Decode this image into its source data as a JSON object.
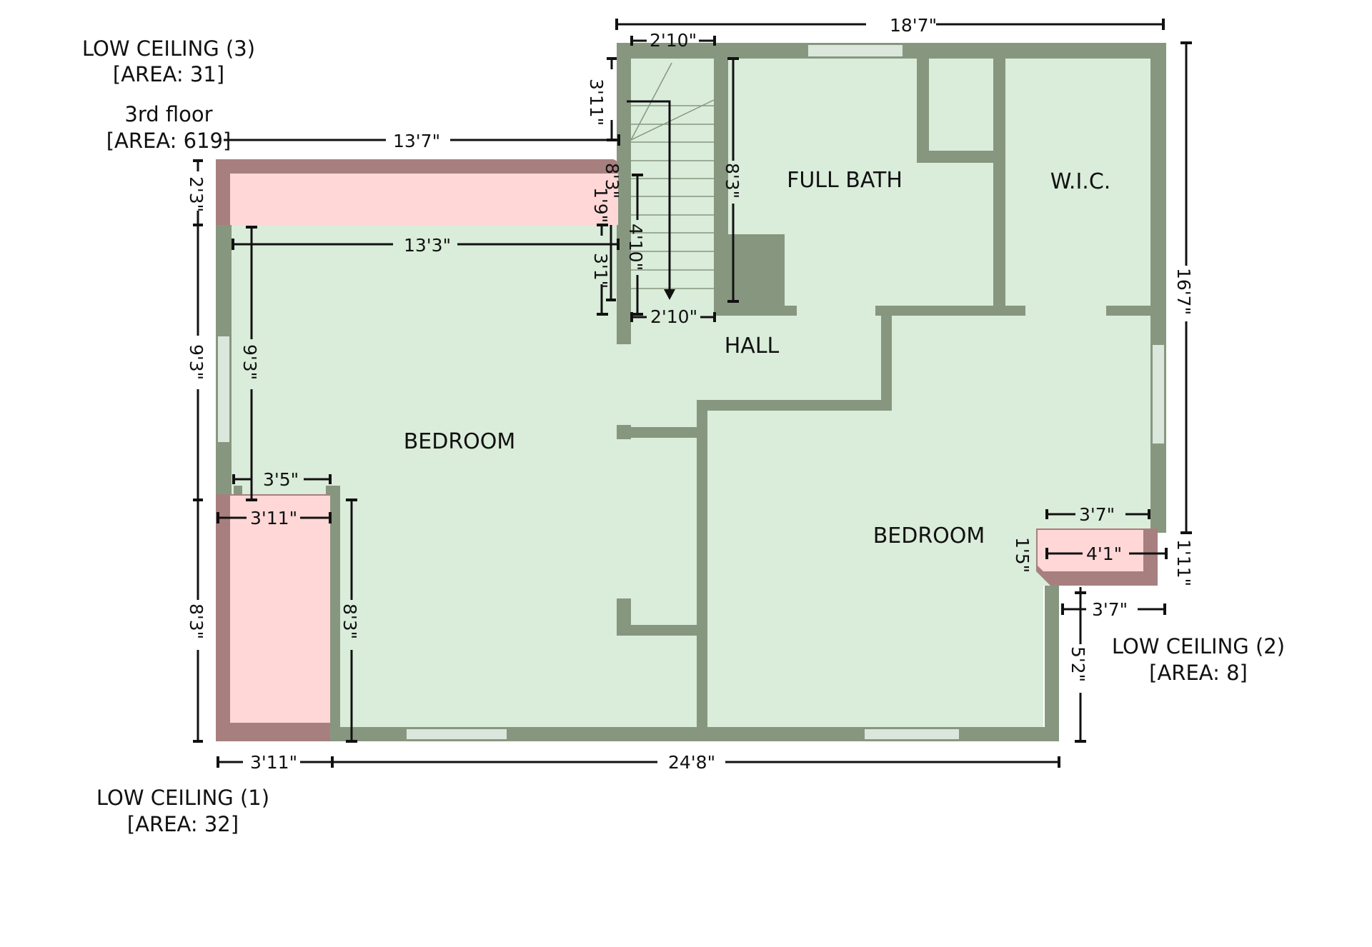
{
  "floor": {
    "title": "3rd floor",
    "area": "[AREA: 619]"
  },
  "rooms": {
    "bedroom_left": "BEDROOM",
    "bedroom_right": "BEDROOM",
    "full_bath": "FULL BATH",
    "wic": "W.I.C.",
    "hall": "HALL"
  },
  "low_ceilings": [
    {
      "label": "LOW CEILING (1)",
      "area": "[AREA: 32]"
    },
    {
      "label": "LOW CEILING (2)",
      "area": "[AREA: 8]"
    },
    {
      "label": "LOW CEILING (3)",
      "area": "[AREA: 31]"
    }
  ],
  "dimensions": {
    "top_total": "18'7\"",
    "stair_top_width": "2'10\"",
    "stair_bottom_width": "2'10\"",
    "stair_length": "3'11\"",
    "upper_span": "13'7\"",
    "lc3_depth": "2'3\"",
    "lc3_end_a": "8'3\"",
    "lc3_end_b": "1'9\"",
    "bath_height": "8'3\"",
    "bedroom_width": "13'3\"",
    "landing": "4'10\"",
    "short_rise": "3'1\"",
    "left_outer_upper": "9'3\"",
    "left_inner_upper": "9'3\"",
    "lc1_top_inner": "3'5\"",
    "lc1_top_outer": "3'11\"",
    "left_outer_lower": "8'3\"",
    "left_inner_lower": "8'3\"",
    "bottom_left": "3'11\"",
    "bottom_main": "24'8\"",
    "right_total": "16'7\"",
    "lc2_top": "3'7\"",
    "lc2_width": "4'1\"",
    "lc2_depth": "1'5\"",
    "lc2_right": "1'11\"",
    "lc2_bottom": "3'7\"",
    "right_lower": "5'2\""
  },
  "colors": {
    "room_fill": "#daecda",
    "wall": "#87977f",
    "low_ceiling_fill": "#ffd7d7",
    "low_ceiling_wall": "#a87f7f"
  }
}
